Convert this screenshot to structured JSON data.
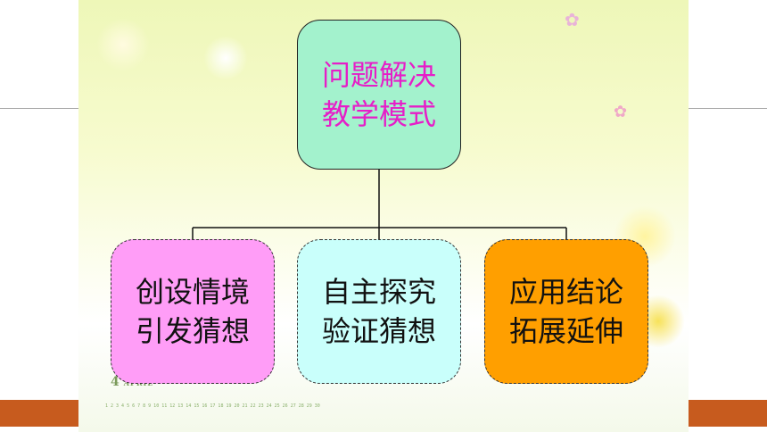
{
  "diagram": {
    "root": {
      "line1": "问题解决",
      "line2": "教学模式"
    },
    "children": [
      {
        "line1": "创设情境",
        "line2": "引发猜想"
      },
      {
        "line1": "自主探究",
        "line2": "验证猜想"
      },
      {
        "line1": "应用结论",
        "line2": "拓展延伸"
      }
    ]
  },
  "background": {
    "month_number": "4",
    "month_name": "APRIL",
    "calendar_days": "1 2 3 4 5 6 7 8 9 10 11 12 13 14 15 16 17 18 19 20 21 22 23 24 25 26 27 28 29 30"
  },
  "colors": {
    "root_fill": "#a3f2cd",
    "root_text": "#e61ec8",
    "child_1_fill": "#ff9df7",
    "child_2_fill": "#c9fffb",
    "child_3_fill": "#ff9f00",
    "accent_bar": "#c75b1e"
  }
}
